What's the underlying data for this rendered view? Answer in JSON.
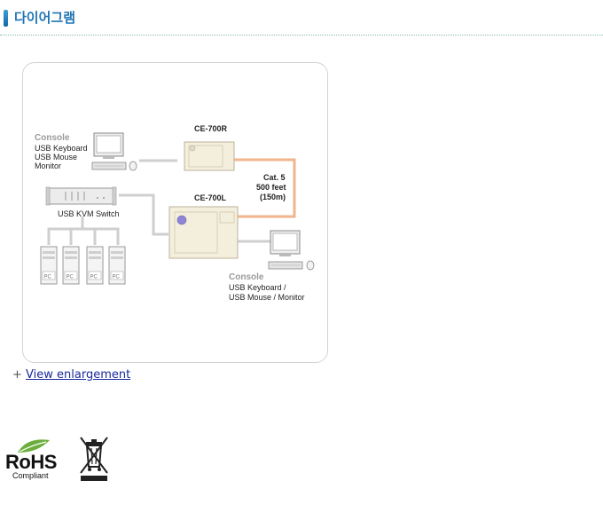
{
  "header": {
    "title": "다이어그램"
  },
  "diagram": {
    "console_top": {
      "heading": "Console",
      "line1": "USB Keyboard",
      "line2": "USB Mouse",
      "line3": "Monitor"
    },
    "unit_remote": "CE-700R",
    "unit_local": "CE-700L",
    "cable": {
      "line1": "Cat. 5",
      "line2": "500 feet",
      "line3": "(150m)"
    },
    "kvm_switch": "USB KVM Switch",
    "console_bottom": {
      "heading": "Console",
      "line1": "USB Keyboard /",
      "line2": "USB Mouse / Monitor"
    },
    "pc_label": "PC"
  },
  "links": {
    "prefix": "+",
    "enlarge": "View enlargement"
  },
  "badges": {
    "rohs": "RoHS",
    "rohs_sub": "Compliant"
  },
  "colors": {
    "accent": "#2176b4",
    "cable": "#f2b48c",
    "device": "#f4eedc",
    "link": "#1a2a9a"
  }
}
